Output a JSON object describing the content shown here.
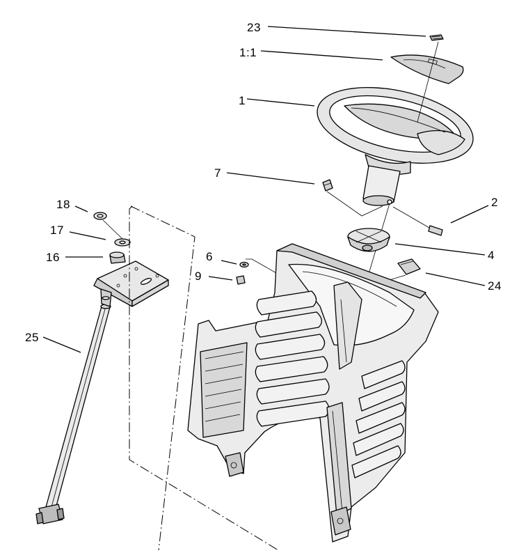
{
  "callouts": {
    "c23": "23",
    "c1_1": "1:1",
    "c1": "1",
    "c7": "7",
    "c2": "2",
    "c4": "4",
    "c24": "24",
    "c6": "6",
    "c9": "9",
    "c18": "18",
    "c17": "17",
    "c16": "16",
    "c25": "25"
  },
  "colors": {
    "ink": "#000000",
    "paper": "#ffffff",
    "shade": "#dcdcdc"
  }
}
